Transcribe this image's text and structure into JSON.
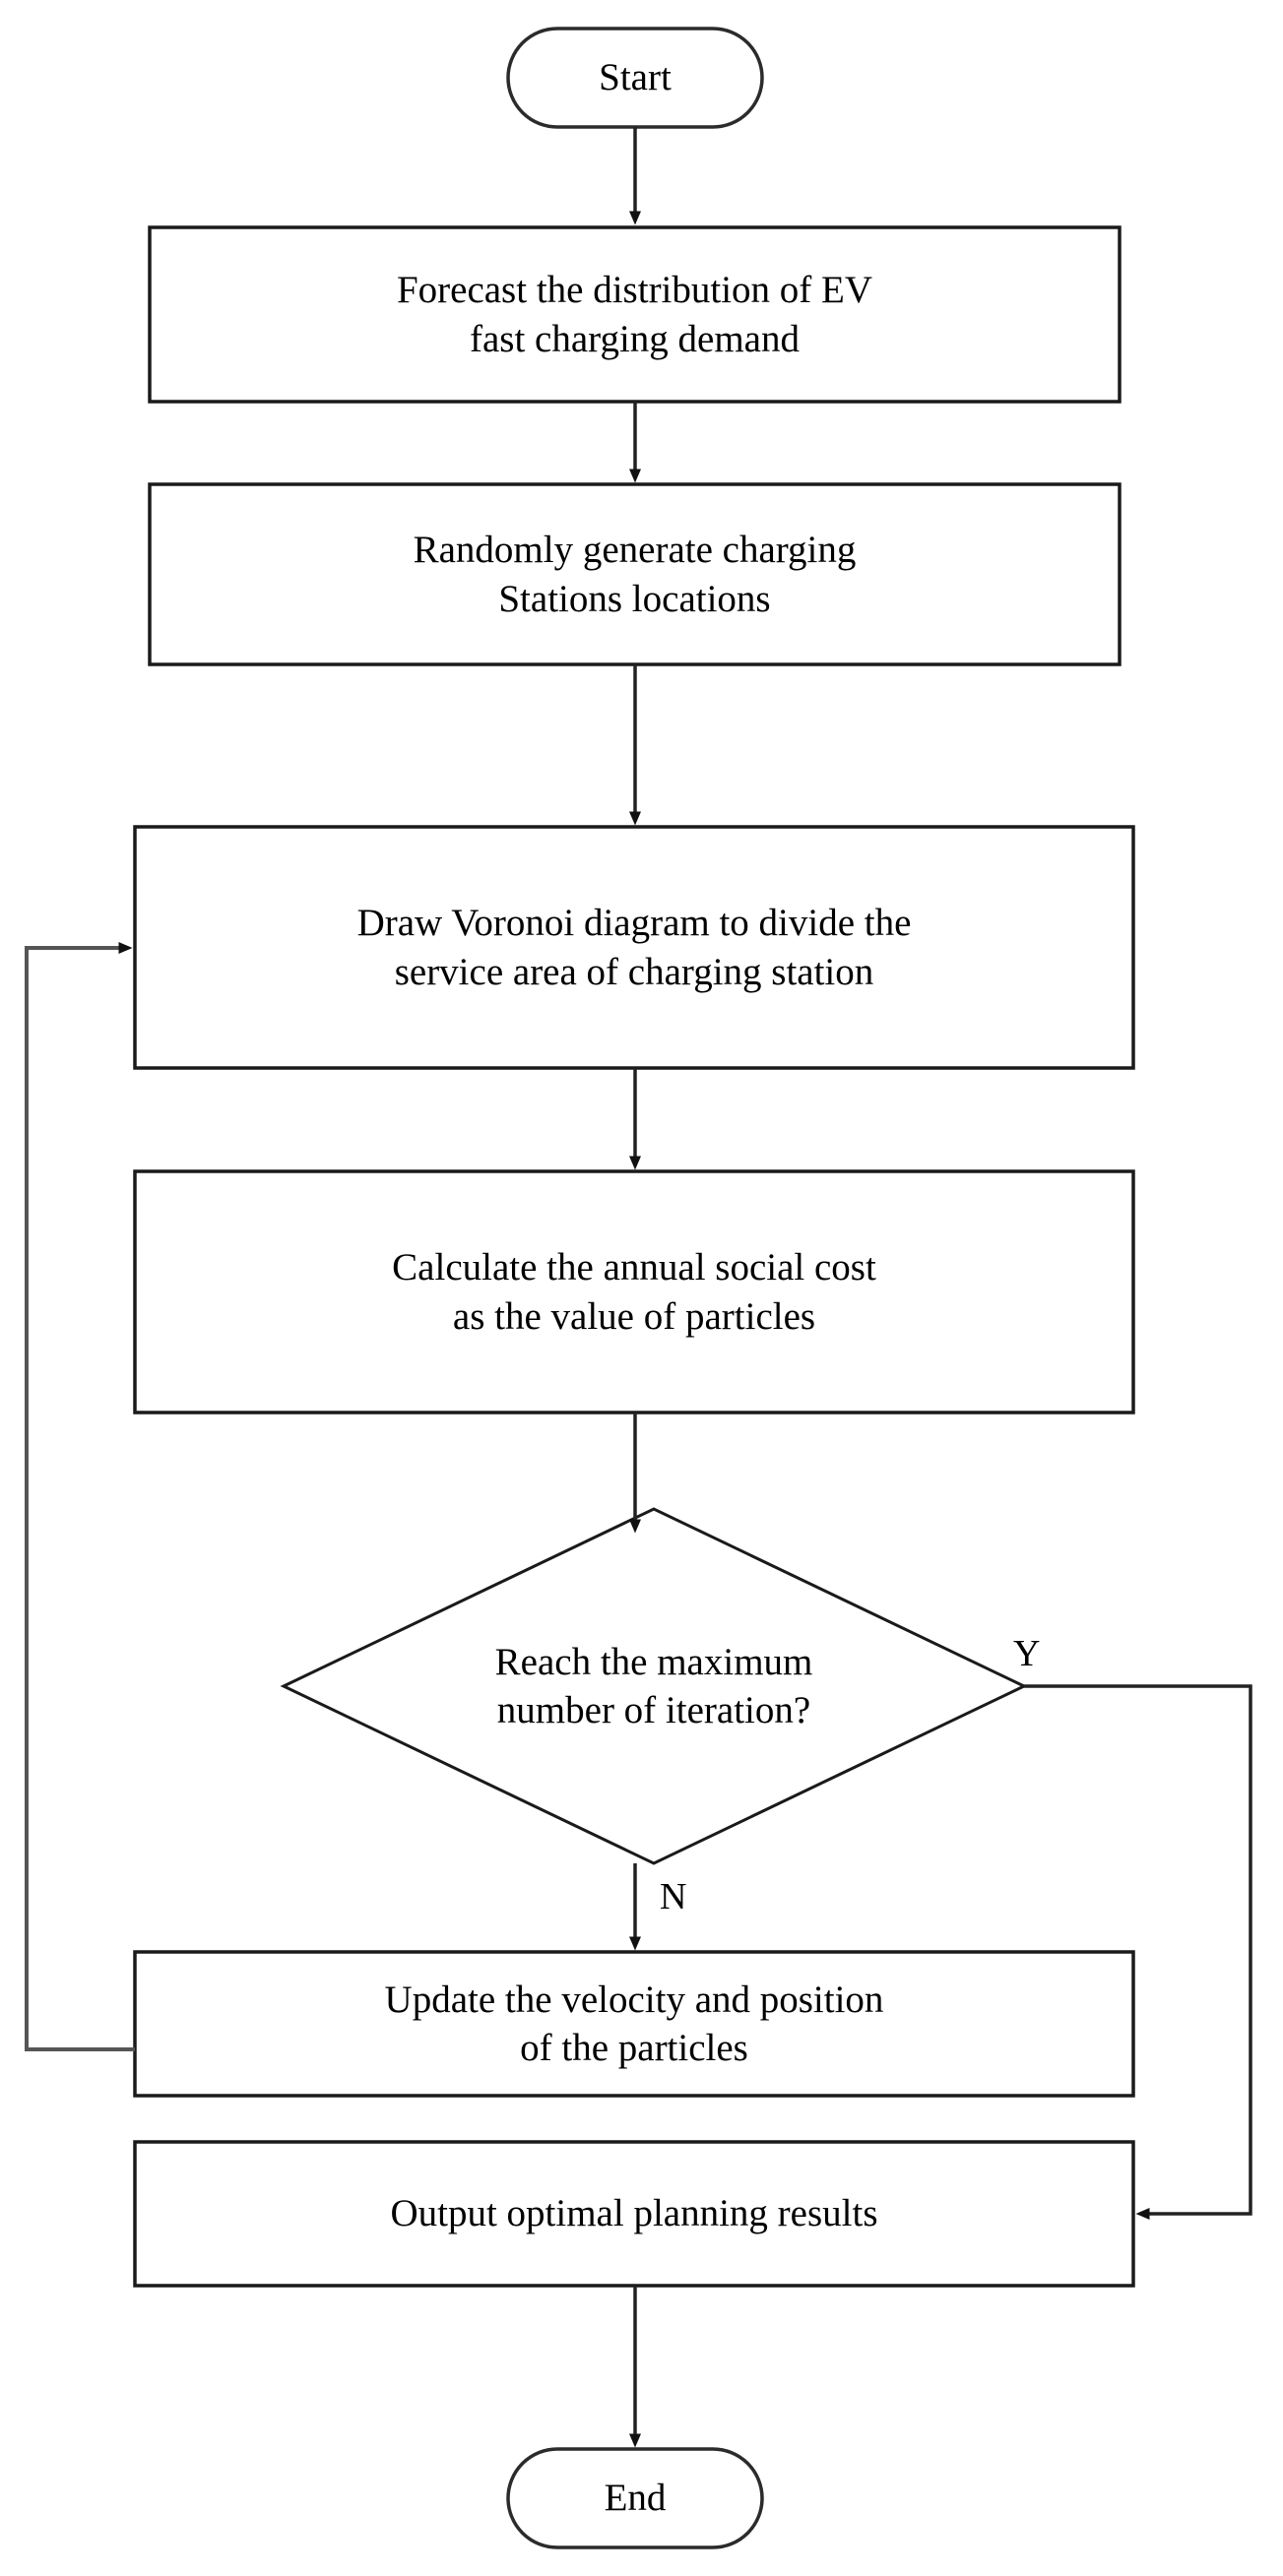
{
  "diagram": {
    "title": "EV fast charging station planning flowchart",
    "type": "flowchart",
    "stroke_color": "#1a1a1a",
    "fill_color": "#ffffff",
    "text_color": "#000000",
    "nodes": [
      {
        "id": "start",
        "shape": "terminator",
        "label": "Start"
      },
      {
        "id": "forecast",
        "shape": "process",
        "label": "Forecast the distribution of EV\nfast charging demand"
      },
      {
        "id": "generate",
        "shape": "process",
        "label": "Randomly generate charging\nStations    locations"
      },
      {
        "id": "voronoi",
        "shape": "process",
        "label": "Draw Voronoi diagram to divide the\nservice area of charging station"
      },
      {
        "id": "calculate",
        "shape": "process",
        "label": "Calculate the annual social cost\nas the value of particles"
      },
      {
        "id": "decision",
        "shape": "decision",
        "label": "Reach the maximum\nnumber of iteration?"
      },
      {
        "id": "update",
        "shape": "process",
        "label": "Update the velocity and position\nof the particles"
      },
      {
        "id": "output",
        "shape": "process",
        "label": "Output optimal planning results"
      },
      {
        "id": "end",
        "shape": "terminator",
        "label": "End"
      }
    ],
    "branch_labels": {
      "yes": "Y",
      "no": "N"
    }
  }
}
